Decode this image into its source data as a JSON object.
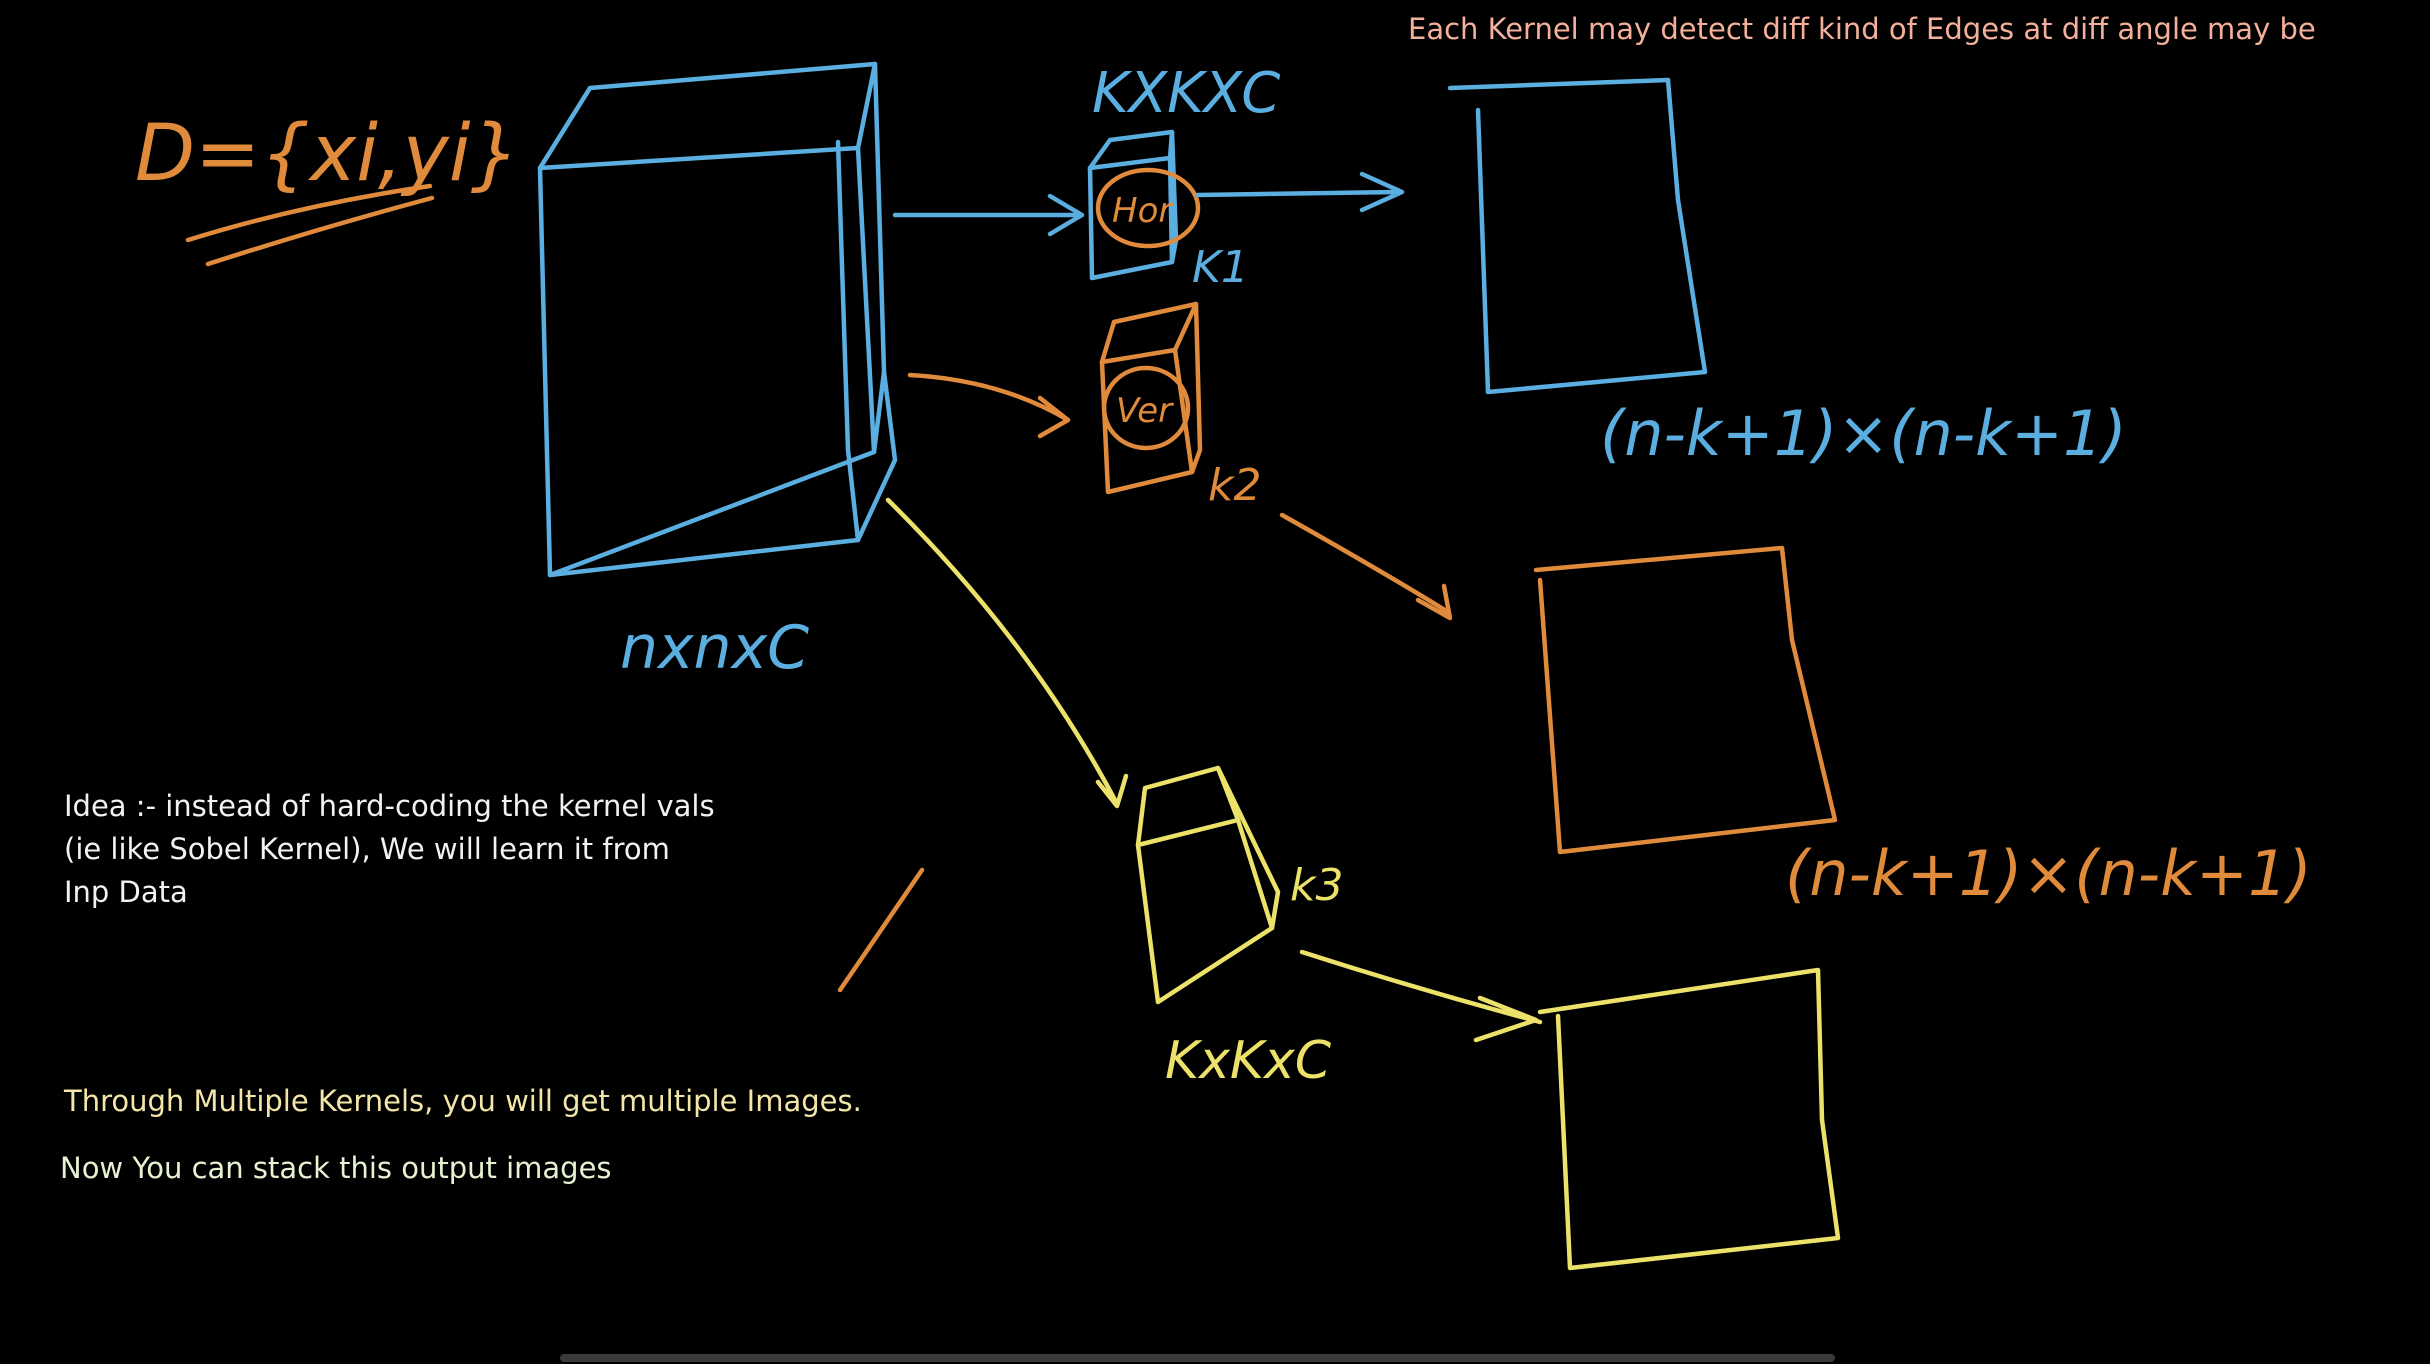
{
  "colors": {
    "background": "#000000",
    "blue": "#5aaee0",
    "orange": "#e08a3c",
    "yellow": "#ece26a",
    "white": "#f2f2f2",
    "peach": "#f4b09a",
    "cream": "#f3e6a8",
    "mint": "#e6f2d2"
  },
  "notes": {
    "header": "Each Kernel may detect diff kind of Edges at diff angle may be",
    "idea": "Idea :- instead of hard-coding the kernel vals\n(ie like Sobel Kernel), We will learn it from\nInp Data",
    "multiple": "Through Multiple Kernels, you will get multiple Images.",
    "stack": "Now You can stack this output images"
  },
  "handwriting": {
    "dataset": "D={xi,yi}",
    "input_dims": "nxnxC",
    "kernel_dims_top": "KXKXC",
    "kernel_dims_bottom": "KxKxC",
    "k1": "K1",
    "k2": "k2",
    "k3": "k3",
    "hor": "Hor",
    "ver": "Ver",
    "out_dims_1": "(n-k+1)×(n-k+1)",
    "out_dims_2": "(n-k+1)×(n-k+1)"
  }
}
